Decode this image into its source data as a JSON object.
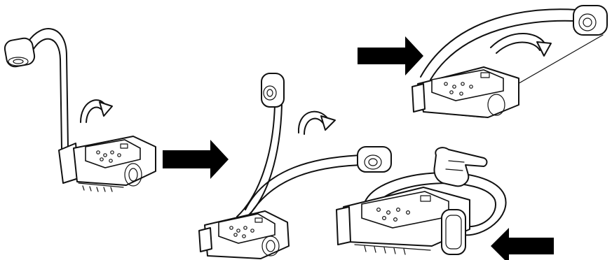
{
  "figure": {
    "type": "illustration",
    "steps": [
      {
        "step": 1,
        "pose": "arm-raised"
      },
      {
        "step": 2,
        "pose": "arm-swinging-down"
      },
      {
        "step": 3,
        "pose": "arm-folded"
      },
      {
        "step": 4,
        "pose": "arm-folded-push"
      }
    ],
    "icons": [
      "rotate-arrow-icon",
      "right-arrow-icon",
      "left-arrow-icon",
      "hand-icon"
    ],
    "colors": {
      "line": "#111111",
      "arrow": "#000000",
      "background": "#ffffff"
    }
  }
}
